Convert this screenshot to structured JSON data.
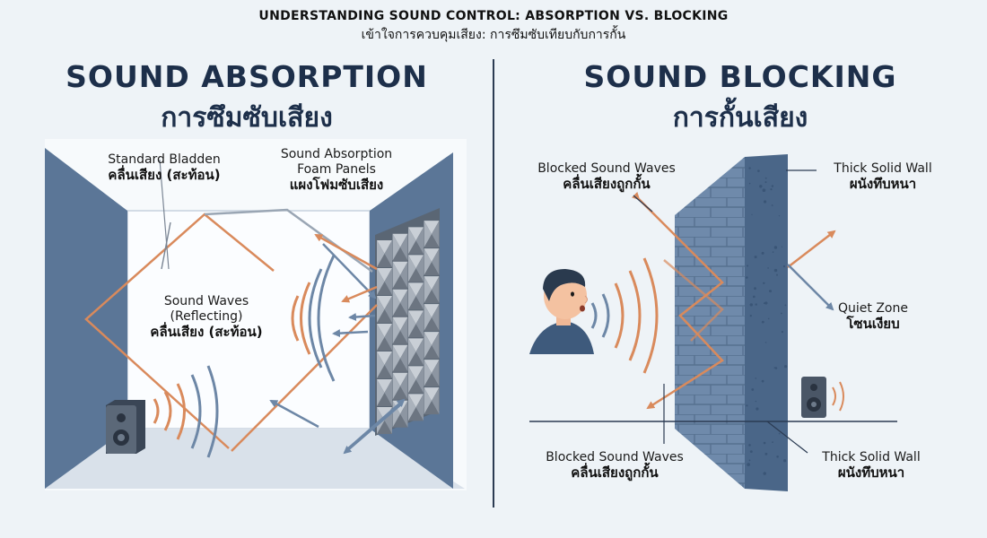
{
  "header": {
    "title_en": "UNDERSTANDING SOUND CONTROL: ABSORPTION VS. BLOCKING",
    "title_th": "เข้าใจการควบคุมเสียง: การซึมซับเทียบกับการกั้น"
  },
  "absorption": {
    "title_en": "SOUND ABSORPTION",
    "title_th": "การซึมซับเสียง",
    "labels": {
      "bladder_en": "Standard Bladden",
      "bladder_th": "คลื่นเสียง (สะท้อน)",
      "foam_en_1": "Sound Absorption",
      "foam_en_2": "Foam Panels",
      "foam_th": "แผงโฟมซับเสียง",
      "waves_en_1": "Sound Waves",
      "waves_en_2": "(Reflecting)",
      "waves_th": "คลื่นเสียง (สะท้อน)"
    }
  },
  "blocking": {
    "title_en": "SOUND BLOCKING",
    "title_th": "การกั้นเสียง",
    "labels": {
      "blocked_top_en": "Blocked Sound Waves",
      "blocked_top_th": "คลื่นเสียงถูกกั้น",
      "wall_top_en": "Thick Solid Wall",
      "wall_top_th": "ผนังทึบหนา",
      "quiet_en": "Quiet Zone",
      "quiet_th": "โซนเงียบ",
      "blocked_bottom_en": "Blocked Sound Waves",
      "blocked_bottom_th": "คลื่นเสียงถูกกั้น",
      "wall_bottom_en": "Thick Solid Wall",
      "wall_bottom_th": "ผนังทึบหนา"
    }
  },
  "colors": {
    "wall_blue": "#5d7899",
    "wave_orange": "#d98a5c",
    "wave_blue": "#6d87a6",
    "title_navy": "#1d2f4a"
  }
}
